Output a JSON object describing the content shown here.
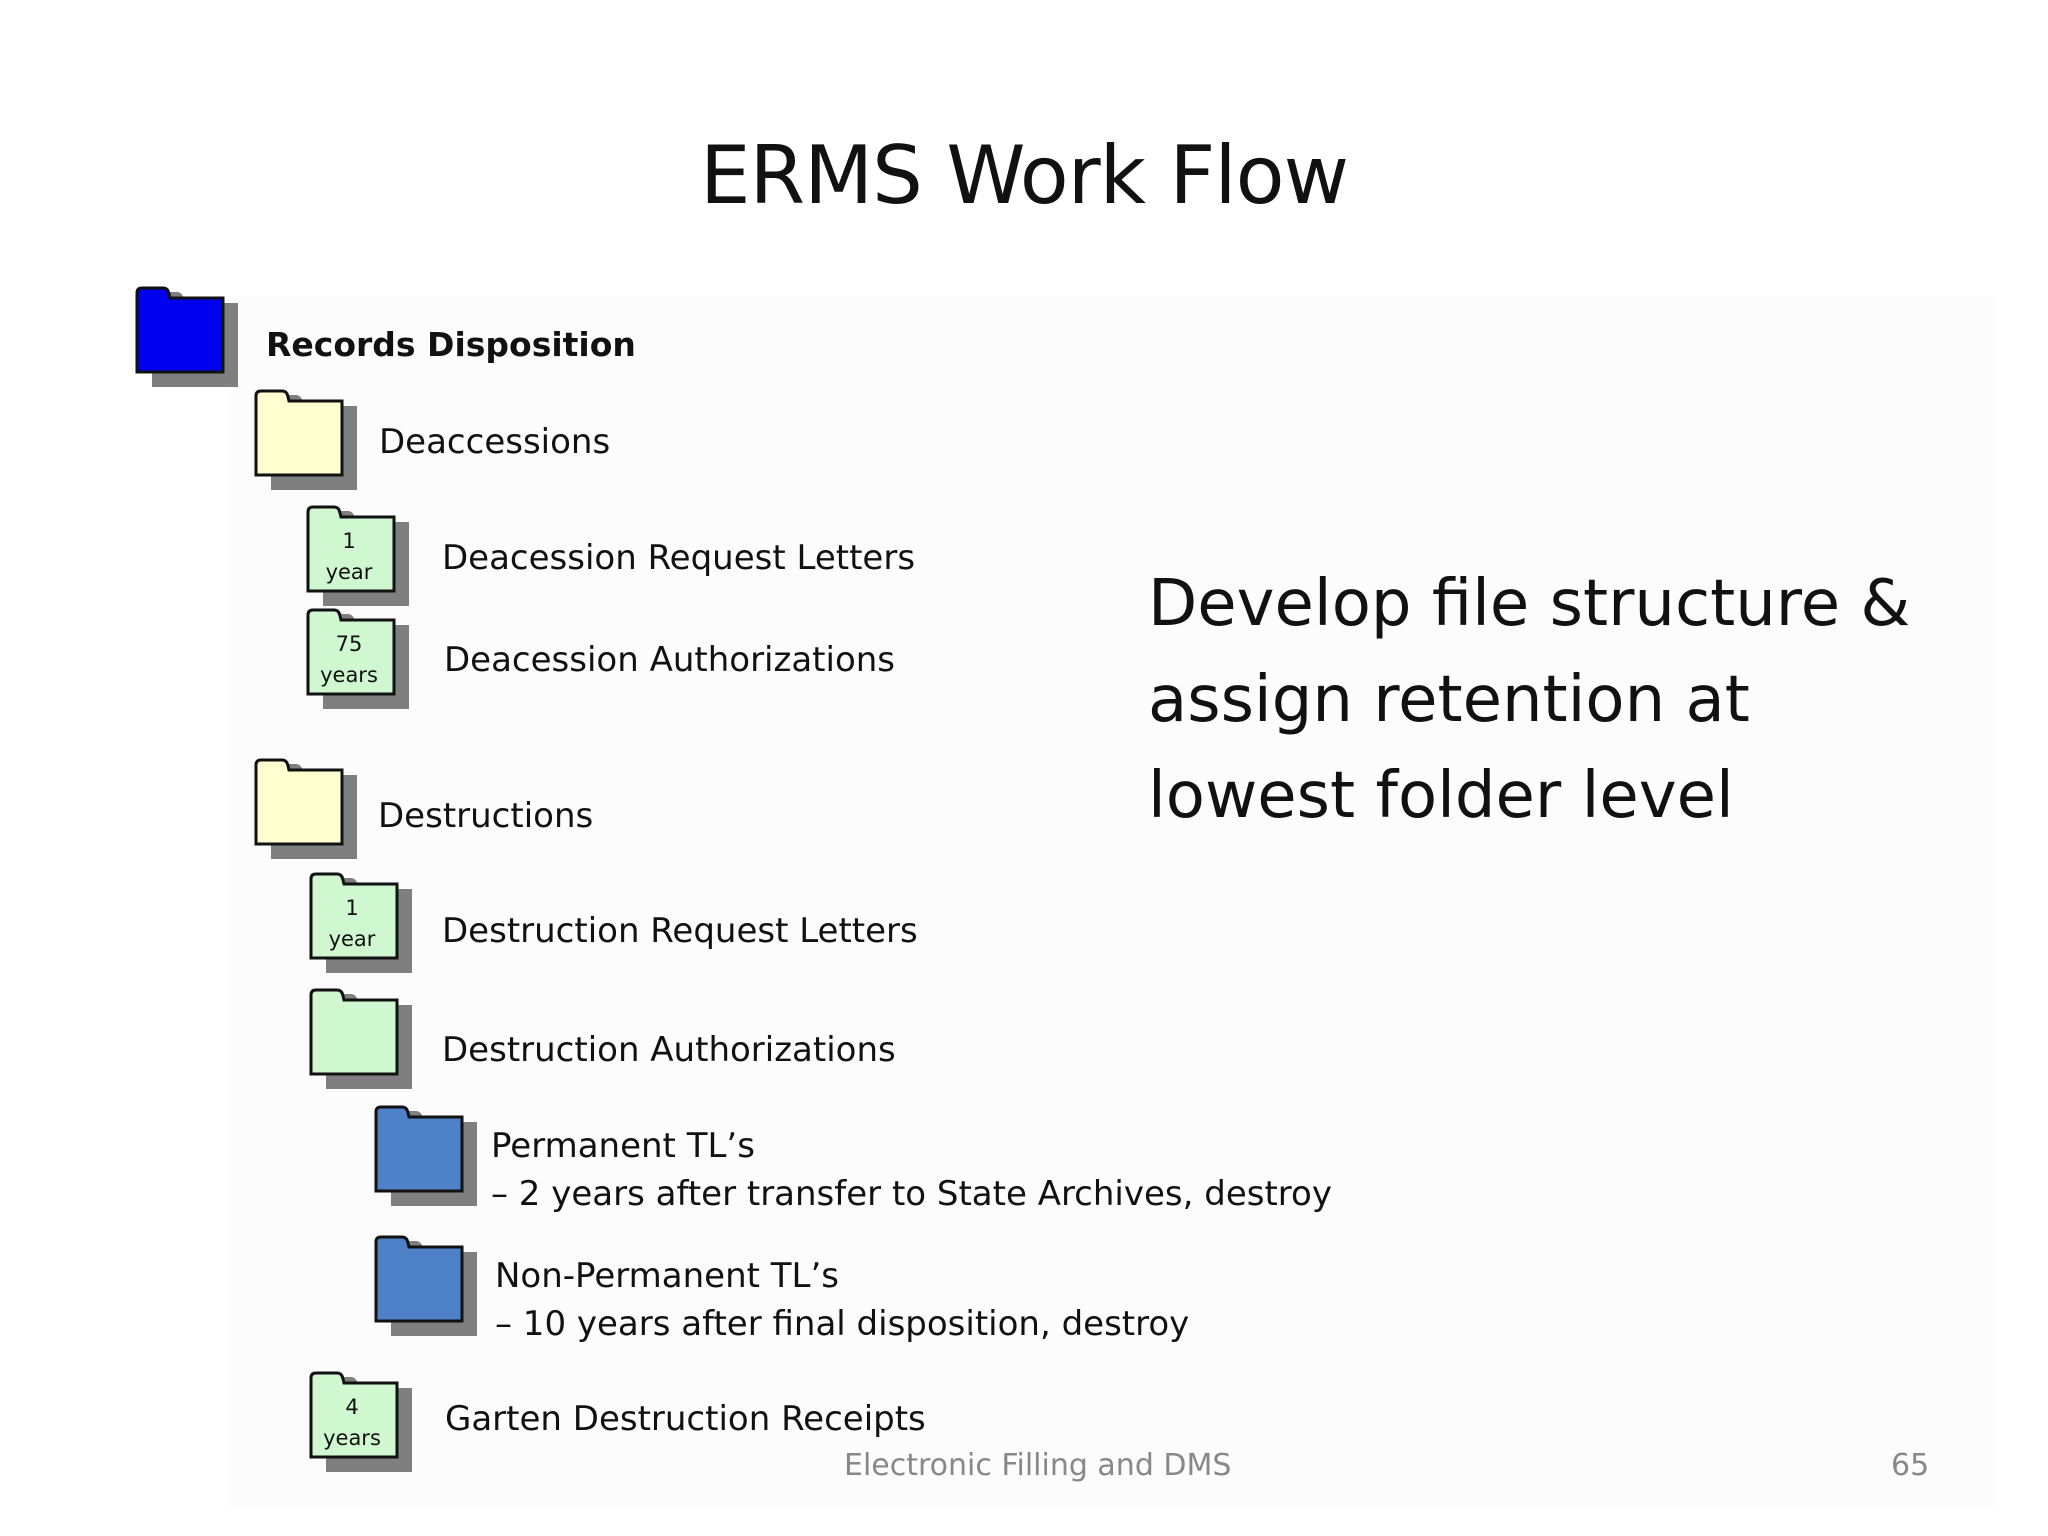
{
  "slide": {
    "title": "ERMS Work Flow",
    "note": "Develop file structure & assign retention at lowest folder level",
    "footer_text": "Electronic Filling and DMS",
    "page_number": "65"
  },
  "colors": {
    "root_folder": "#0000f0",
    "category_folder": "#ffffd1",
    "series_folder": "#cff8d1",
    "subseries_folder": "#4f81c8",
    "folder_shadow": "#7f7f7f",
    "folder_outline": "#111111"
  },
  "tree": {
    "root": {
      "label": "Records Disposition",
      "icon": "folder-icon"
    },
    "deaccessions": {
      "label": "Deaccessions",
      "children": [
        {
          "label": "Deacession Request Letters",
          "retention_number": "1",
          "retention_unit": "year"
        },
        {
          "label": "Deacession Authorizations",
          "retention_number": "75",
          "retention_unit": "years"
        }
      ]
    },
    "destructions": {
      "label": "Destructions",
      "children": [
        {
          "label": "Destruction Request Letters",
          "retention_number": "1",
          "retention_unit": "year"
        },
        {
          "label": "Destruction Authorizations",
          "children": [
            {
              "label_line1": "Permanent TL’s",
              "label_line2": "– 2 years after transfer to State Archives, destroy"
            },
            {
              "label_line1": "Non-Permanent TL’s",
              "label_line2": "– 10 years after final disposition, destroy"
            }
          ]
        },
        {
          "label": "Garten Destruction Receipts",
          "retention_number": "4",
          "retention_unit": "years"
        }
      ]
    }
  }
}
